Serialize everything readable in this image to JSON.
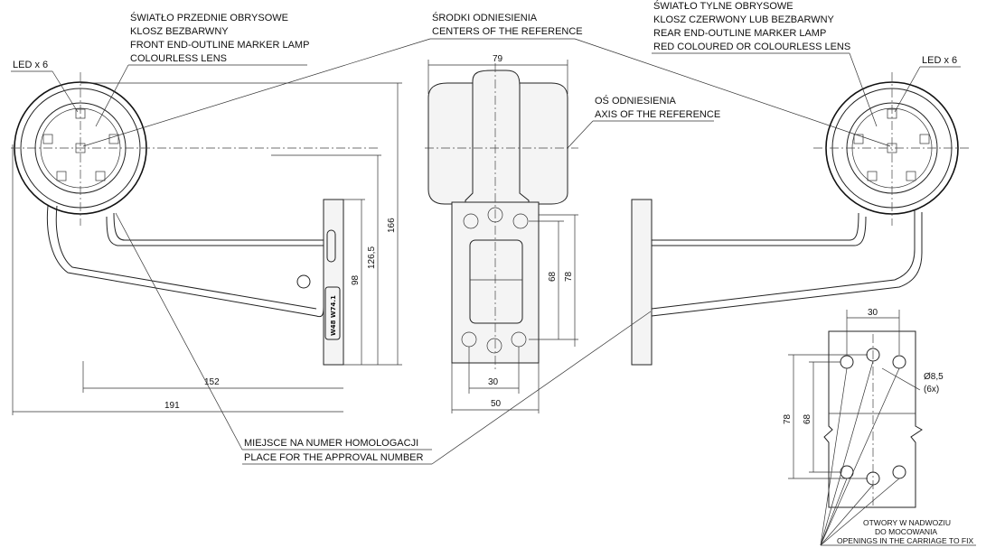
{
  "front_lamp": {
    "lines": [
      "ŚWIATŁO PRZEDNIE OBRYSOWE",
      "KLOSZ BEZBARWNY",
      "FRONT END-OUTLINE MARKER LAMP",
      "COLOURLESS LENS"
    ],
    "led_label": "LED x 6"
  },
  "reference_centers": {
    "lines": [
      "ŚRODKI ODNIESIENIA",
      "CENTERS OF THE REFERENCE"
    ]
  },
  "reference_axis": {
    "lines": [
      "OŚ ODNIESIENIA",
      "AXIS OF THE REFERENCE"
    ]
  },
  "rear_lamp": {
    "lines": [
      "ŚWIATŁO TYLNE OBRYSOWE",
      "KLOSZ  CZERWONY LUB BEZBARWNY",
      "REAR END-OUTLINE MARKER LAMP",
      "RED COLOURED OR COLOURLESS LENS"
    ],
    "led_label": "LED x 6"
  },
  "approval": {
    "lines": [
      "MIEJSCE NA NUMER HOMOLOGACJI",
      "PLACE FOR THE APPROVAL NUMBER"
    ]
  },
  "stamp_text": "W48 W74.1",
  "dimensions": {
    "front_view": [
      "166",
      "126,5",
      "98",
      "152",
      "191"
    ],
    "side_view": [
      "79",
      "68",
      "78",
      "30",
      "50"
    ],
    "holes": [
      "30",
      "78",
      "68"
    ],
    "hole_diameter": [
      "Ø8,5",
      "(6x)"
    ]
  },
  "openings": {
    "lines": [
      "OTWORY W NADWOZIU",
      "DO MOCOWANIA",
      "OPENINGS IN THE CARRIAGE TO FIX"
    ]
  }
}
